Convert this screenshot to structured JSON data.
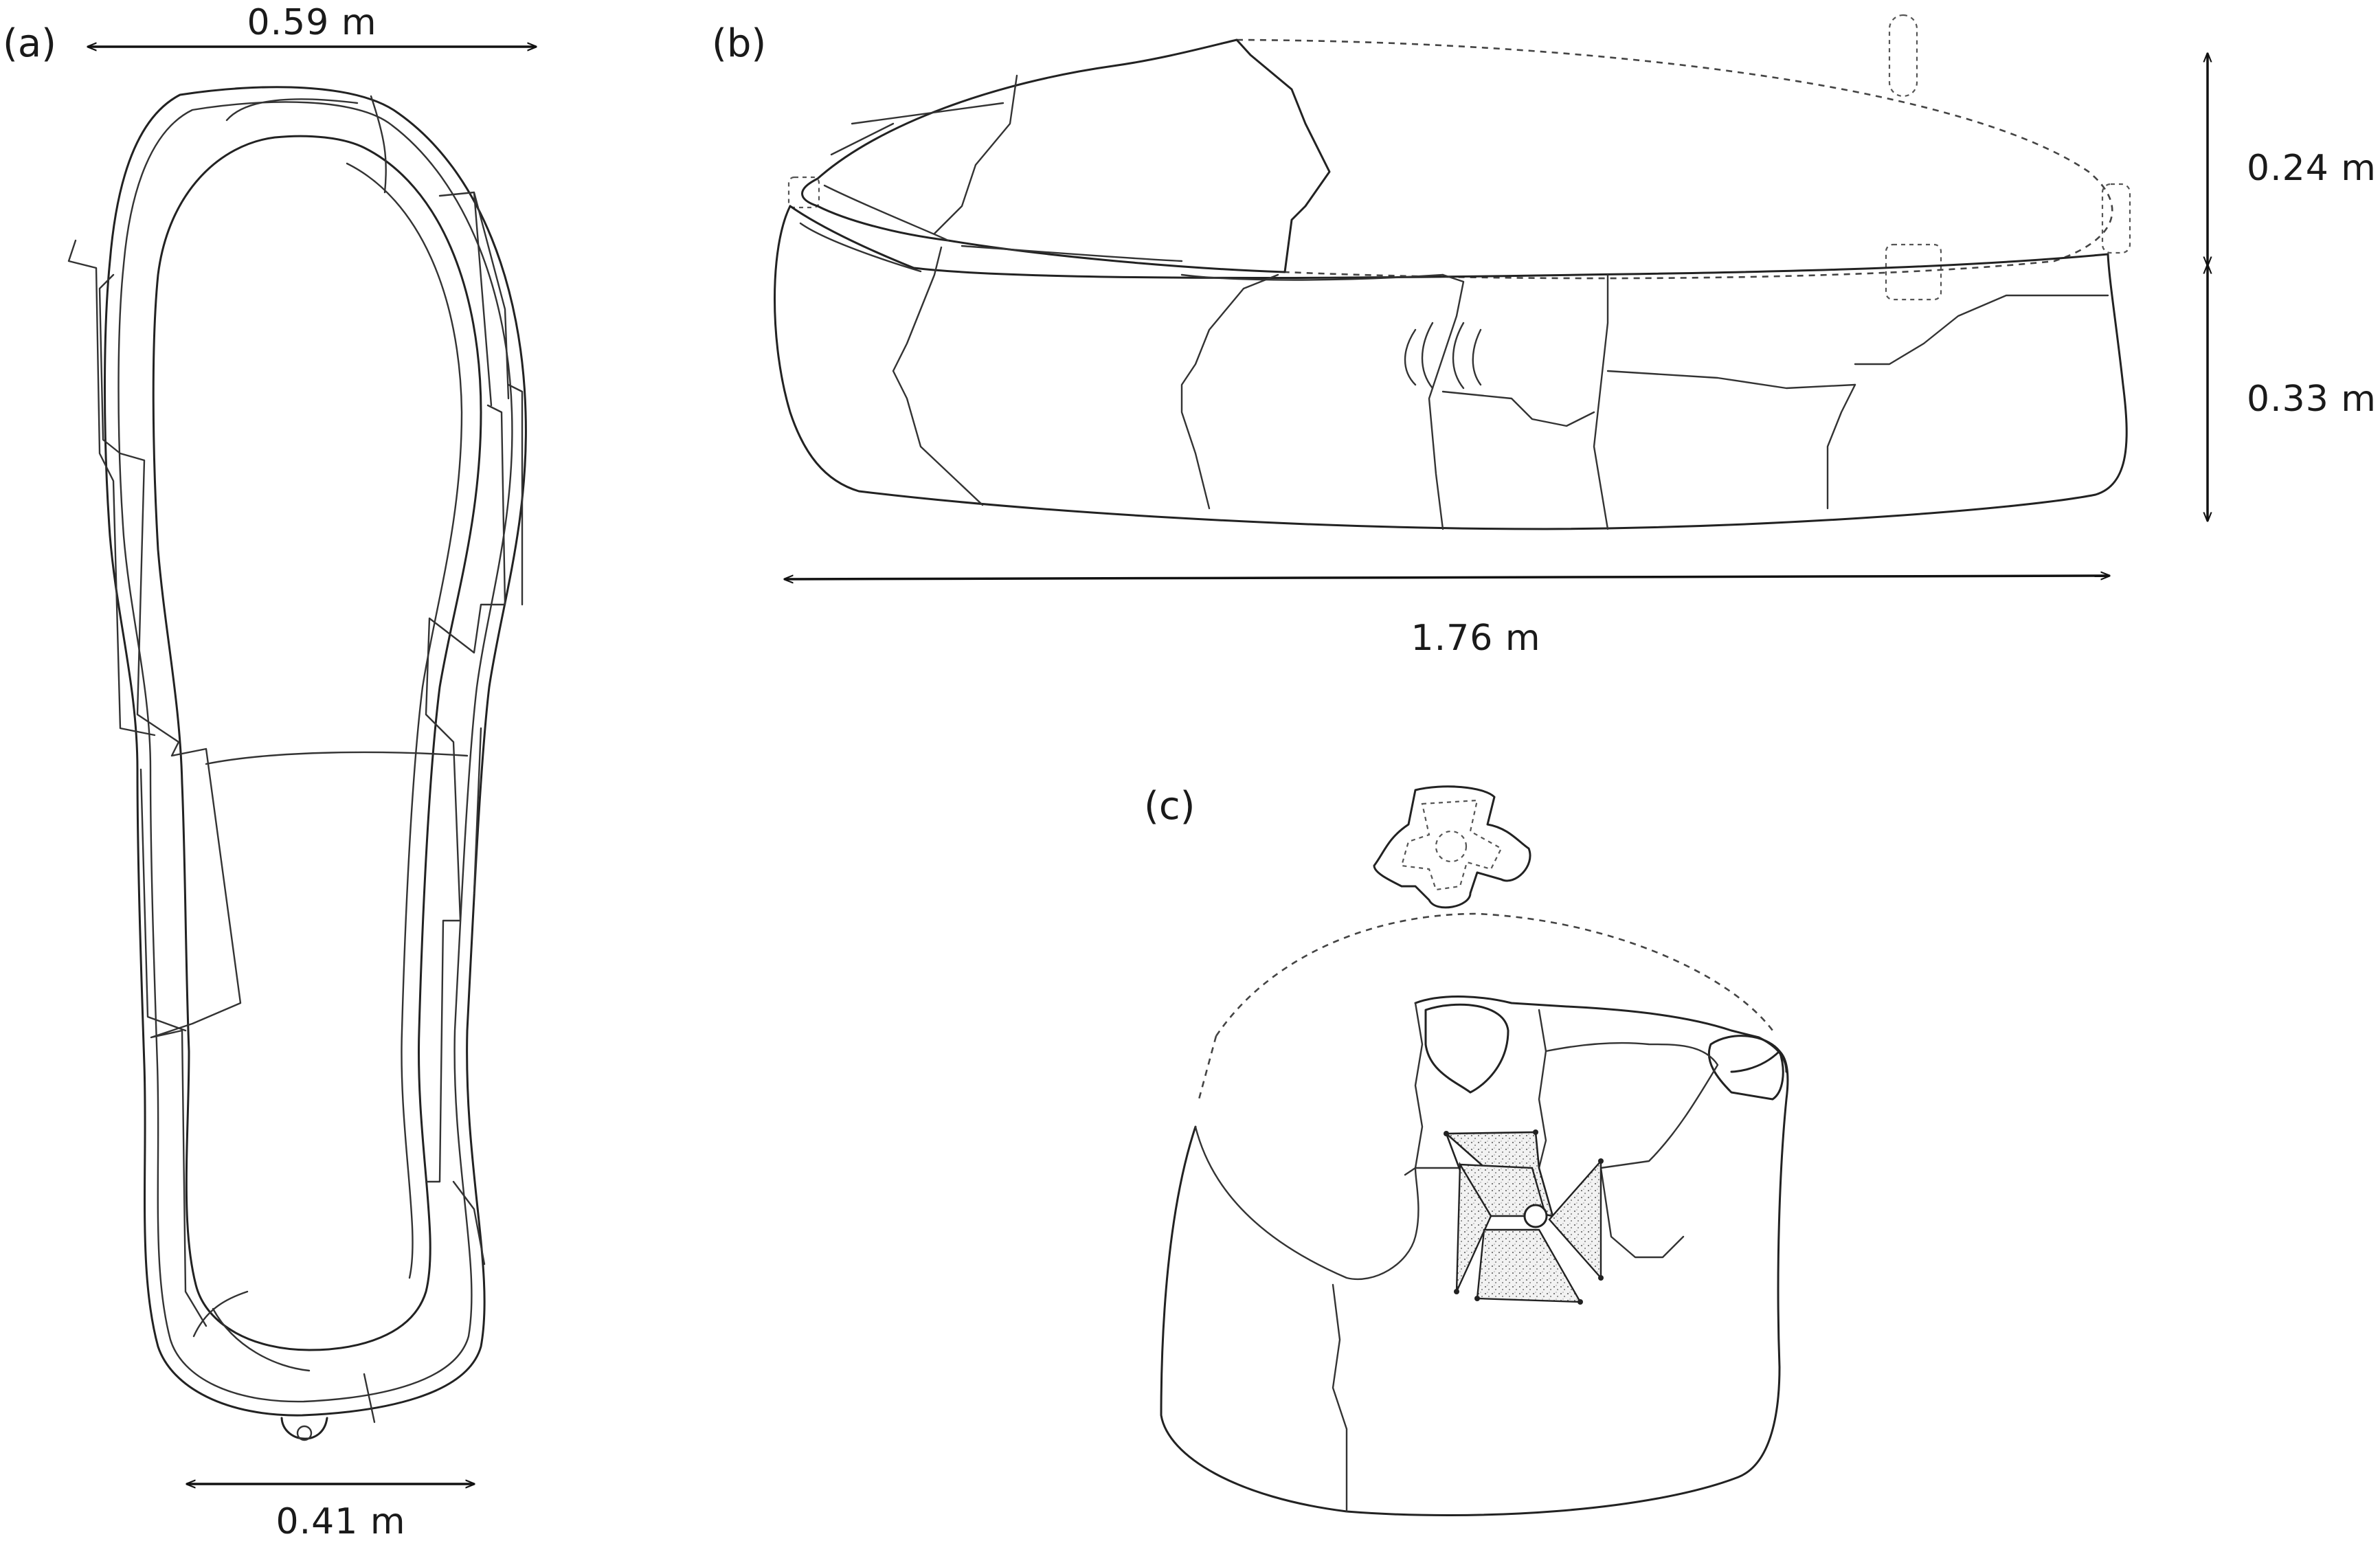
{
  "panels": {
    "a": {
      "letter": "(a)",
      "top_dimension": "0.59 m",
      "bottom_dimension": "0.41 m"
    },
    "b": {
      "letter": "(b)",
      "length_dimension": "1.76 m",
      "lid_height_dimension": "0.24 m",
      "chest_height_dimension": "0.33 m"
    },
    "c": {
      "letter": "(c)"
    }
  },
  "colors": {
    "ink": "#222222",
    "background": "#ffffff",
    "stipple": "#555555"
  }
}
